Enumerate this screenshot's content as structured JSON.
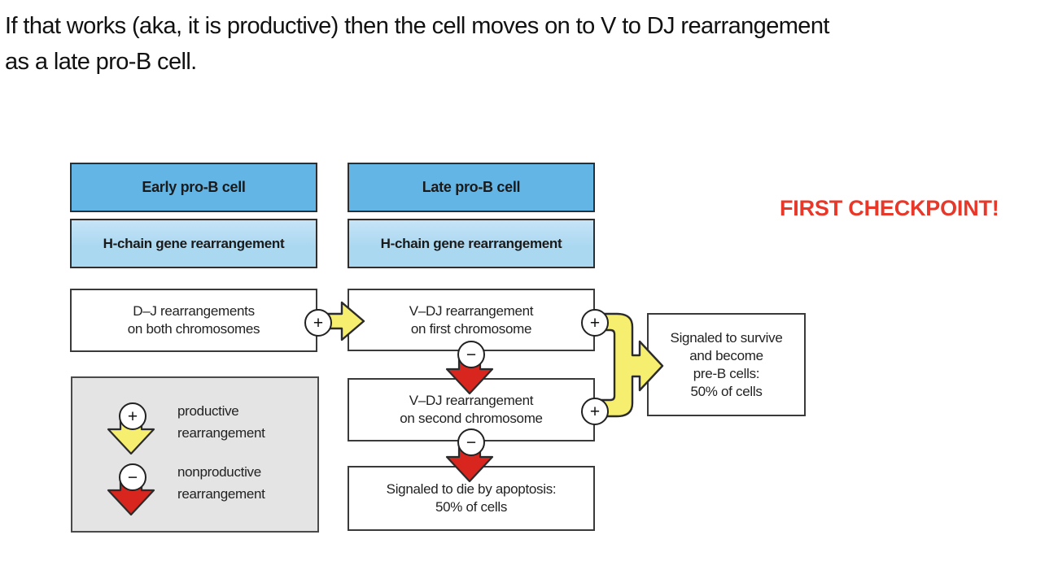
{
  "page": {
    "intro_line1": "If that works (aka, it is productive) then the cell moves on to V to DJ rearrangement",
    "intro_line2": "as a late pro-B cell.",
    "checkpoint_label": "FIRST CHECKPOINT!"
  },
  "colors": {
    "header_blue": "#63b5e6",
    "light_blue": "#abd8f1",
    "yellow": "#f5ee6e",
    "red": "#d8261f",
    "legend_gray": "#e4e4e4",
    "checkpoint_red": "#e8382a"
  },
  "diagram": {
    "columns": [
      {
        "stage": "Early pro-B cell",
        "process": "H-chain gene rearrangement"
      },
      {
        "stage": "Late pro-B cell",
        "process": "H-chain gene rearrangement"
      }
    ],
    "boxes": {
      "dj": {
        "line1": "D–J rearrangements",
        "line2": "on both chromosomes"
      },
      "vdj1": {
        "line1": "V–DJ rearrangement",
        "line2": "on first chromosome"
      },
      "vdj2": {
        "line1": "V–DJ rearrangement",
        "line2": "on second chromosome"
      },
      "apoptosis": {
        "line1": "Signaled to die by apoptosis:",
        "line2": "50% of cells"
      },
      "survive": {
        "line1": "Signaled to survive",
        "line2": "and become",
        "line3": "pre-B cells:",
        "line4": "50% of cells"
      }
    },
    "signs": {
      "plus": "+",
      "minus": "−"
    },
    "legend": {
      "productive": {
        "line1": "productive",
        "line2": "rearrangement"
      },
      "nonproductive": {
        "line1": "nonproductive",
        "line2": "rearrangement"
      }
    }
  }
}
